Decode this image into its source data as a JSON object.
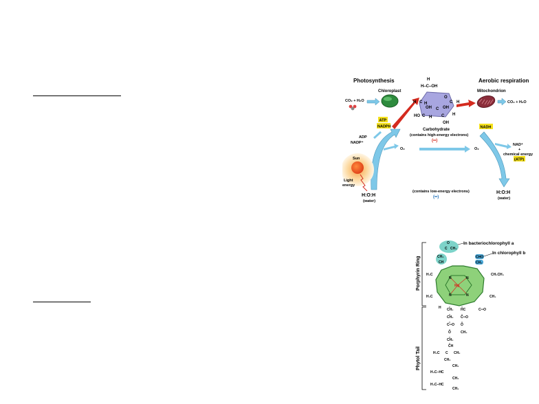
{
  "photosynthesis": {
    "title": "Photosynthesis",
    "chloroplast_label": "Chloroplast",
    "co2_h2o": "CO₂ + H₂O",
    "atp": "ATP",
    "nadph": "NADPH",
    "adp": "ADP",
    "nadp": "NADP⁺",
    "sun": "Sun",
    "light_energy_line1": "Light",
    "light_energy_line2": "energy",
    "o2": "O₂",
    "water_formula": "H:O:H",
    "water": "(water)"
  },
  "carbohydrate": {
    "h_top": "H",
    "hcoh": "H‒C‒OH",
    "labels": [
      "H",
      "C",
      "O",
      "H",
      "C",
      "OH",
      "H",
      "C",
      "OH",
      "HO",
      "C",
      "C",
      "H",
      "H",
      "OH"
    ],
    "name": "Carbohydrate",
    "subtitle": "(contains high-energy electrons)",
    "symbol": "(••)"
  },
  "respiration": {
    "title": "Aerobic respiration",
    "mitochondrion_label": "Mitochondrion",
    "co2_h2o": "CO₂ + H₂O",
    "nadh": "NADH",
    "nad": "NAD⁺",
    "plus": "+",
    "chemical_energy": "chemical energy",
    "atp": "(ATP)",
    "o2": "O₂",
    "water_formula": "H:O:H",
    "water": "(water)"
  },
  "low_energy": {
    "text": "(contains low-energy electrons)",
    "symbol": "(••)"
  },
  "chlorophyll": {
    "bacterio_label": "In bacteriochlorophyll a",
    "chloro_label": "In chlorophyll b",
    "porphyrin_label": "Porphyrin Ring",
    "phytol_label": "Phytol Tail",
    "atoms": {
      "o": "O",
      "c": "C",
      "ch3": "CH₃",
      "ch2": "CH₂",
      "ch": "CH",
      "cho": "CHO",
      "h3c": "H₃C",
      "ch2ch3": "CH₂CH₃",
      "n": "N",
      "mg": "Mg",
      "h": "H",
      "hc": "HC",
      "co": "C═O",
      "hc_long": "H₃C‒HC"
    }
  },
  "colors": {
    "sun": "#f26522",
    "arrow_blue": "#7ec8e8",
    "arrow_red": "#d42a1e",
    "chloroplast": "#2e8b3e",
    "mitochondrion": "#8b2d3a",
    "carb": "#a8a6e0",
    "highlight": "#f5e11c",
    "teal": "#7dd3c9",
    "blue_tag": "#4aa8d8",
    "green_ring": "#8ed17a"
  }
}
